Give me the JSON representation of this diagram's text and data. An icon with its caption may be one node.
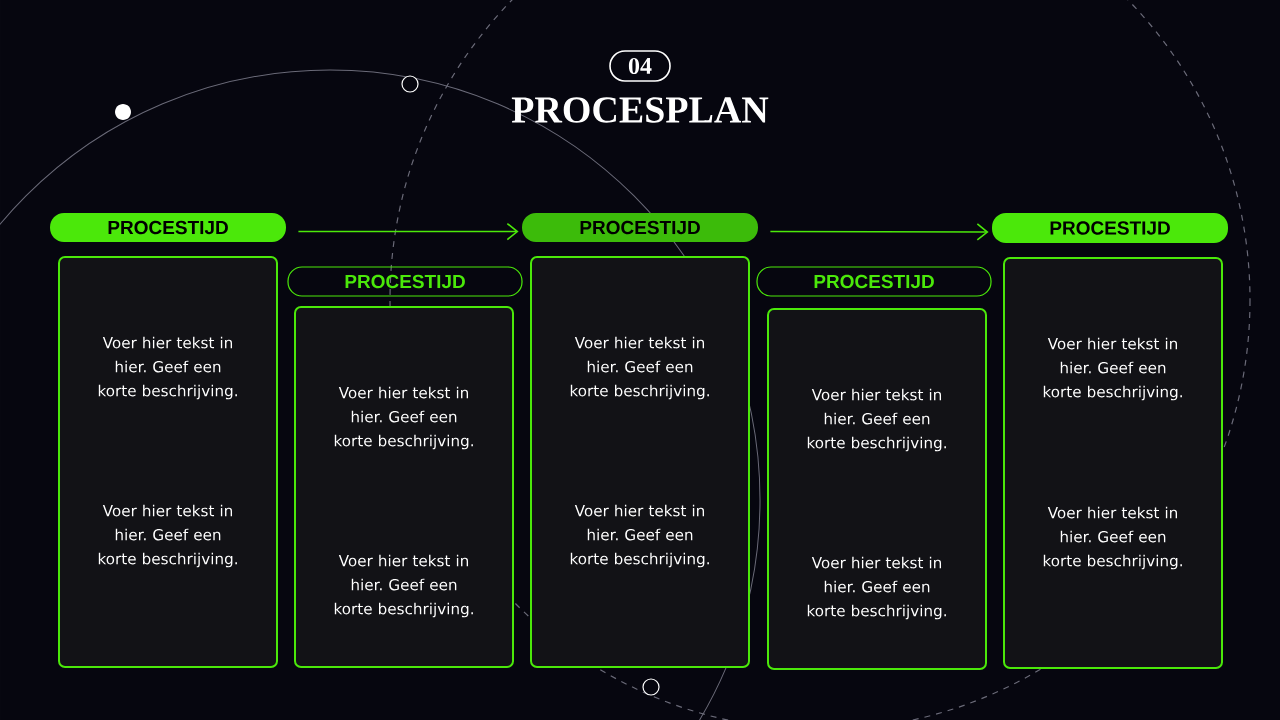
{
  "diagram": {
    "title": "PROCESPLAN",
    "nodes": [
      {
        "text": [
          "04"
        ]
      },
      {
        "text": [
          "PROCESTIJD"
        ]
      },
      {
        "text": [
          "Voer hier tekst in hier. Geef een korte beschrijving.",
          "Voer hier tekst in hier. Geef een korte beschrijving."
        ]
      },
      {
        "text": [
          "PROCESTIJD"
        ]
      },
      {
        "text": [
          "Voer hier tekst in hier. Geef een korte beschrijving.",
          "Voer hier tekst in hier. Geef een korte beschrijving."
        ]
      },
      {
        "text": [
          "PROCESTIJD"
        ]
      },
      {
        "text": [
          "Voer hier tekst in hier. Geef een korte beschrijving.",
          "Voer hier tekst in hier. Geef een korte beschrijving."
        ]
      },
      {
        "text": [
          "PROCESTIJD"
        ]
      },
      {
        "text": [
          "Voer hier tekst in hier. Geef een korte beschrijving.",
          "Voer hier tekst in hier. Geef een korte beschrijving."
        ]
      },
      {
        "text": [
          "PROCESTIJD"
        ]
      },
      {
        "text": [
          "Voer hier tekst in hier. Geef een korte beschrijving.",
          "Voer hier tekst in hier. Geef een korte beschrijving."
        ]
      }
    ],
    "edges": [
      {
        "from": 1,
        "to": 5,
        "arrow": "to"
      },
      {
        "from": 5,
        "to": 9,
        "arrow": "to"
      }
    ]
  }
}
